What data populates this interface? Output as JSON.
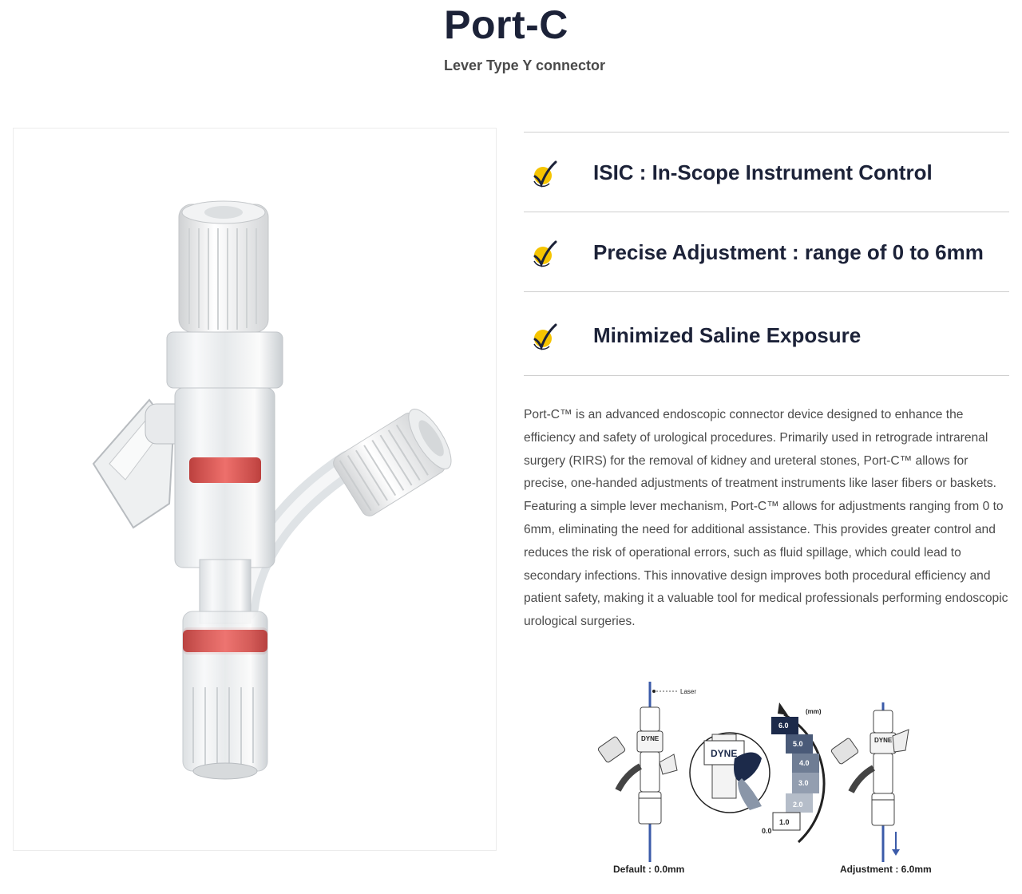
{
  "header": {
    "title": "Port-C",
    "subtitle": "Lever Type Y connector"
  },
  "features": [
    {
      "label": "ISIC : In-Scope Instrument Control",
      "icon": "check-icon"
    },
    {
      "label": "Precise Adjustment : range of 0 to 6mm",
      "icon": "check-icon"
    },
    {
      "label": "Minimized Saline Exposure",
      "icon": "check-icon"
    }
  ],
  "description": {
    "paragraph1": "Port-C™ is an advanced endoscopic connector device designed to enhance the efficiency and safety of urological procedures. Primarily used in retrograde intrarenal surgery (RIRS) for the removal of kidney and ureteral stones, Port-C™ allows for precise, one-handed adjustments of treatment instruments like laser fibers or baskets.",
    "paragraph2": "Featuring a simple lever mechanism, Port-C™ allows for adjustments ranging from 0 to 6mm, eliminating the need for additional assistance. This provides greater control and reduces the risk of operational errors, such as fluid spillage, which could lead to secondary infections. This innovative design improves both procedural efficiency and patient safety, making it a valuable tool for medical professionals performing endoscopic urological surgeries."
  },
  "diagram": {
    "laser_label": "Laser",
    "unit_label": "(mm)",
    "brand_small": "DYNE",
    "brand_large": "DYNE",
    "scale": [
      "6.0",
      "5.0",
      "4.0",
      "3.0",
      "2.0",
      "1.0",
      "0.0"
    ],
    "caption_default": "Default : 0.0mm",
    "caption_adjust": "Adjustment : 6.0mm"
  },
  "colors": {
    "title": "#1c2238",
    "body_text": "#4b4b4b",
    "check_yellow": "#f5c400",
    "accent_red": "#d8322e",
    "diagram_navy": "#1c2a4a",
    "laser_blue": "#3b5ba9"
  }
}
